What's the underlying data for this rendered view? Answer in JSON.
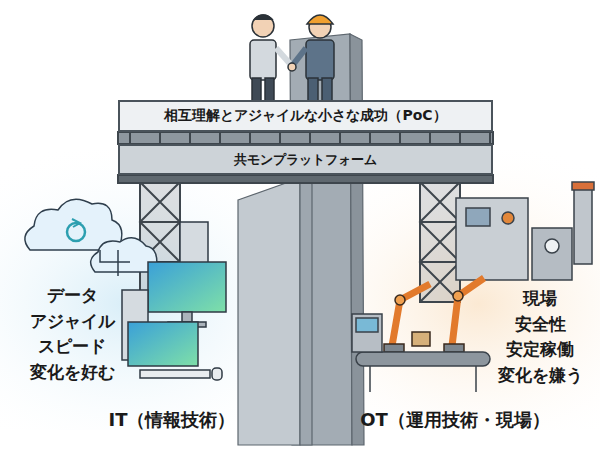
{
  "diagram": {
    "nodes": [
      {
        "text": [
          "相互理解とアジャイルな小さな成功（PoC）"
        ]
      },
      {
        "text": [
          "共モンプラットフォーム"
        ]
      }
    ],
    "labels": [
      "データ アジャイル スピード 変化を好む",
      "現場 安全性 安定稼働 変化を嫌う",
      "IT（情報技術）",
      "OT（運用技術・現場）"
    ]
  }
}
